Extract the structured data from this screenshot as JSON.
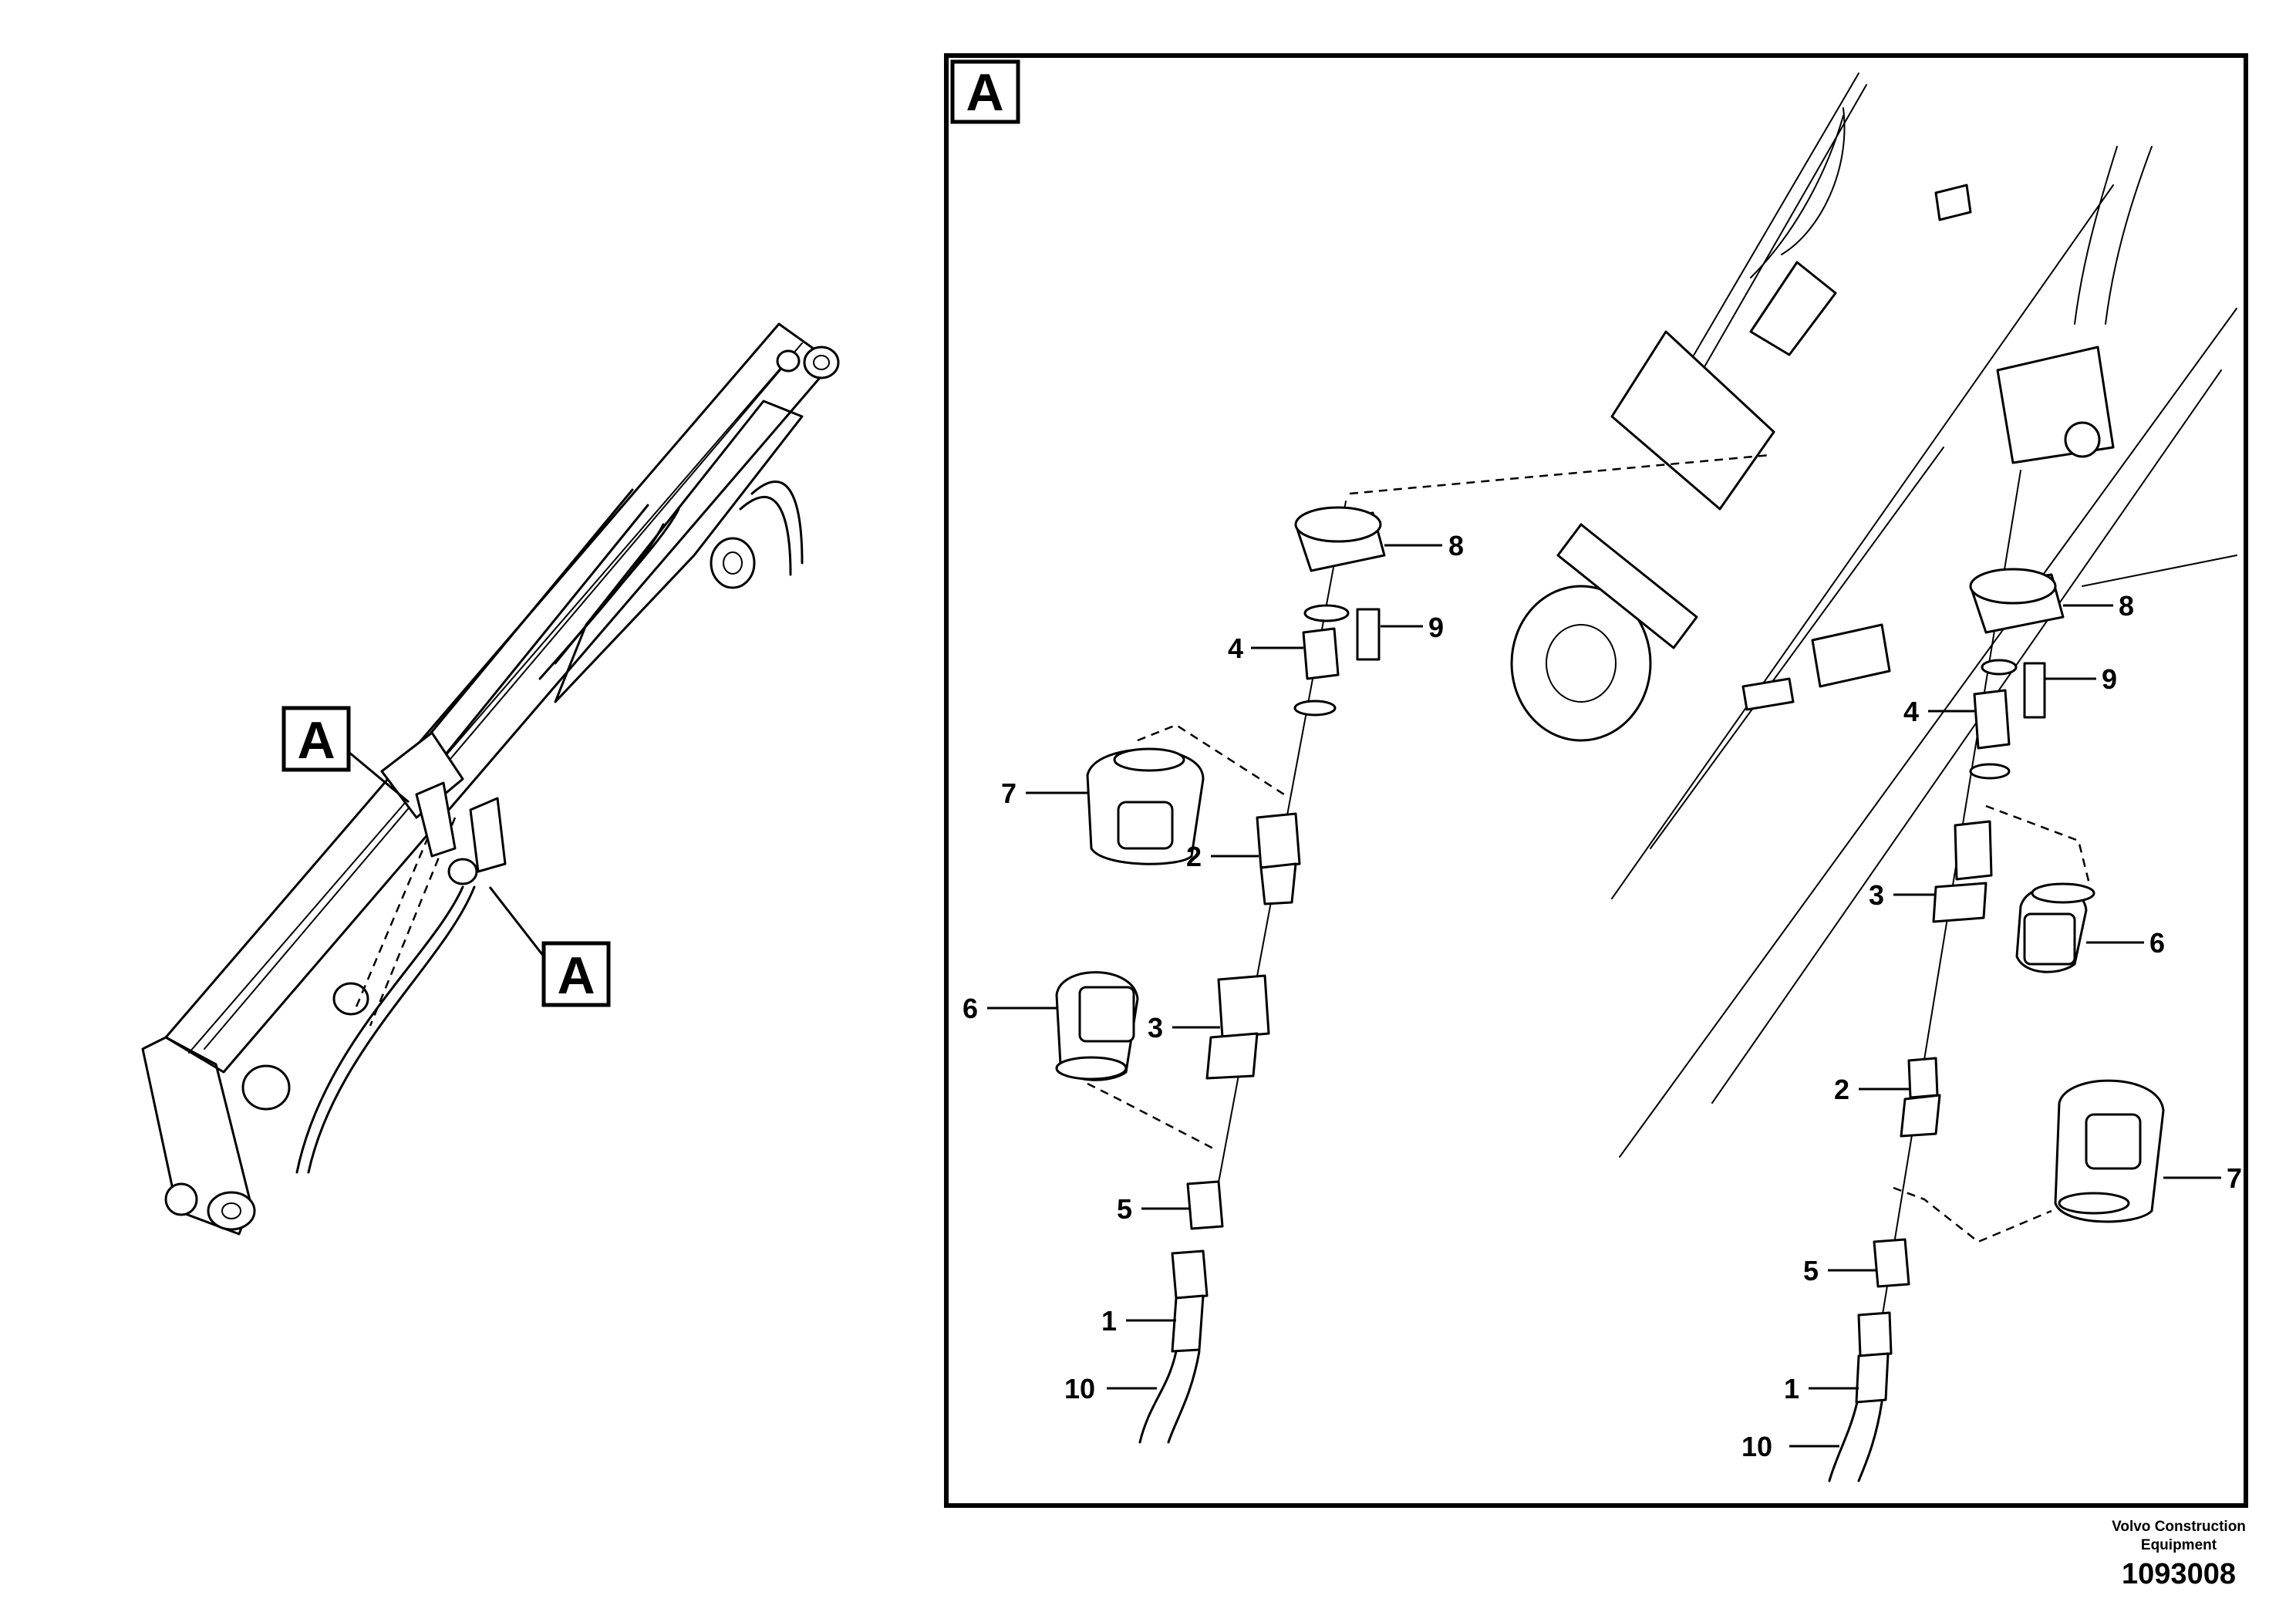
{
  "overview": {
    "detail_tags": [
      "A",
      "A"
    ]
  },
  "detail": {
    "tag": "A",
    "left_callouts": {
      "c8": "8",
      "c9": "9",
      "c4": "4",
      "c7": "7",
      "c2": "2",
      "c6": "6",
      "c3": "3",
      "c5": "5",
      "c1": "1",
      "c10": "10"
    },
    "right_callouts": {
      "c8": "8",
      "c9": "9",
      "c4": "4",
      "c3": "3",
      "c6": "6",
      "c2": "2",
      "c7": "7",
      "c5": "5",
      "c1": "1",
      "c10": "10"
    }
  },
  "footer": {
    "company": "Volvo Construction Equipment",
    "drawing_number": "1093008"
  }
}
